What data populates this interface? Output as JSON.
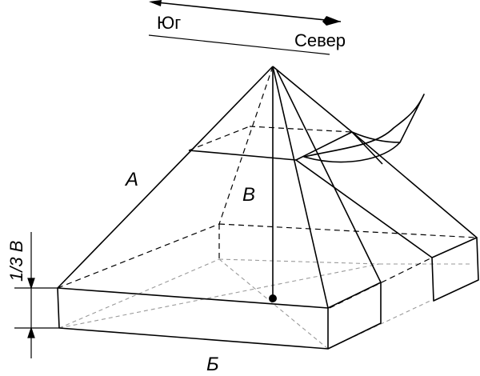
{
  "compass": {
    "south_label": "Юг",
    "north_label": "Север"
  },
  "labels": {
    "edge_a": "А",
    "height_b": "В",
    "base_b": "Б",
    "side_dimension": "1/3 В"
  },
  "colors": {
    "line": "#000000",
    "hidden_line": "#9a9a9a"
  }
}
